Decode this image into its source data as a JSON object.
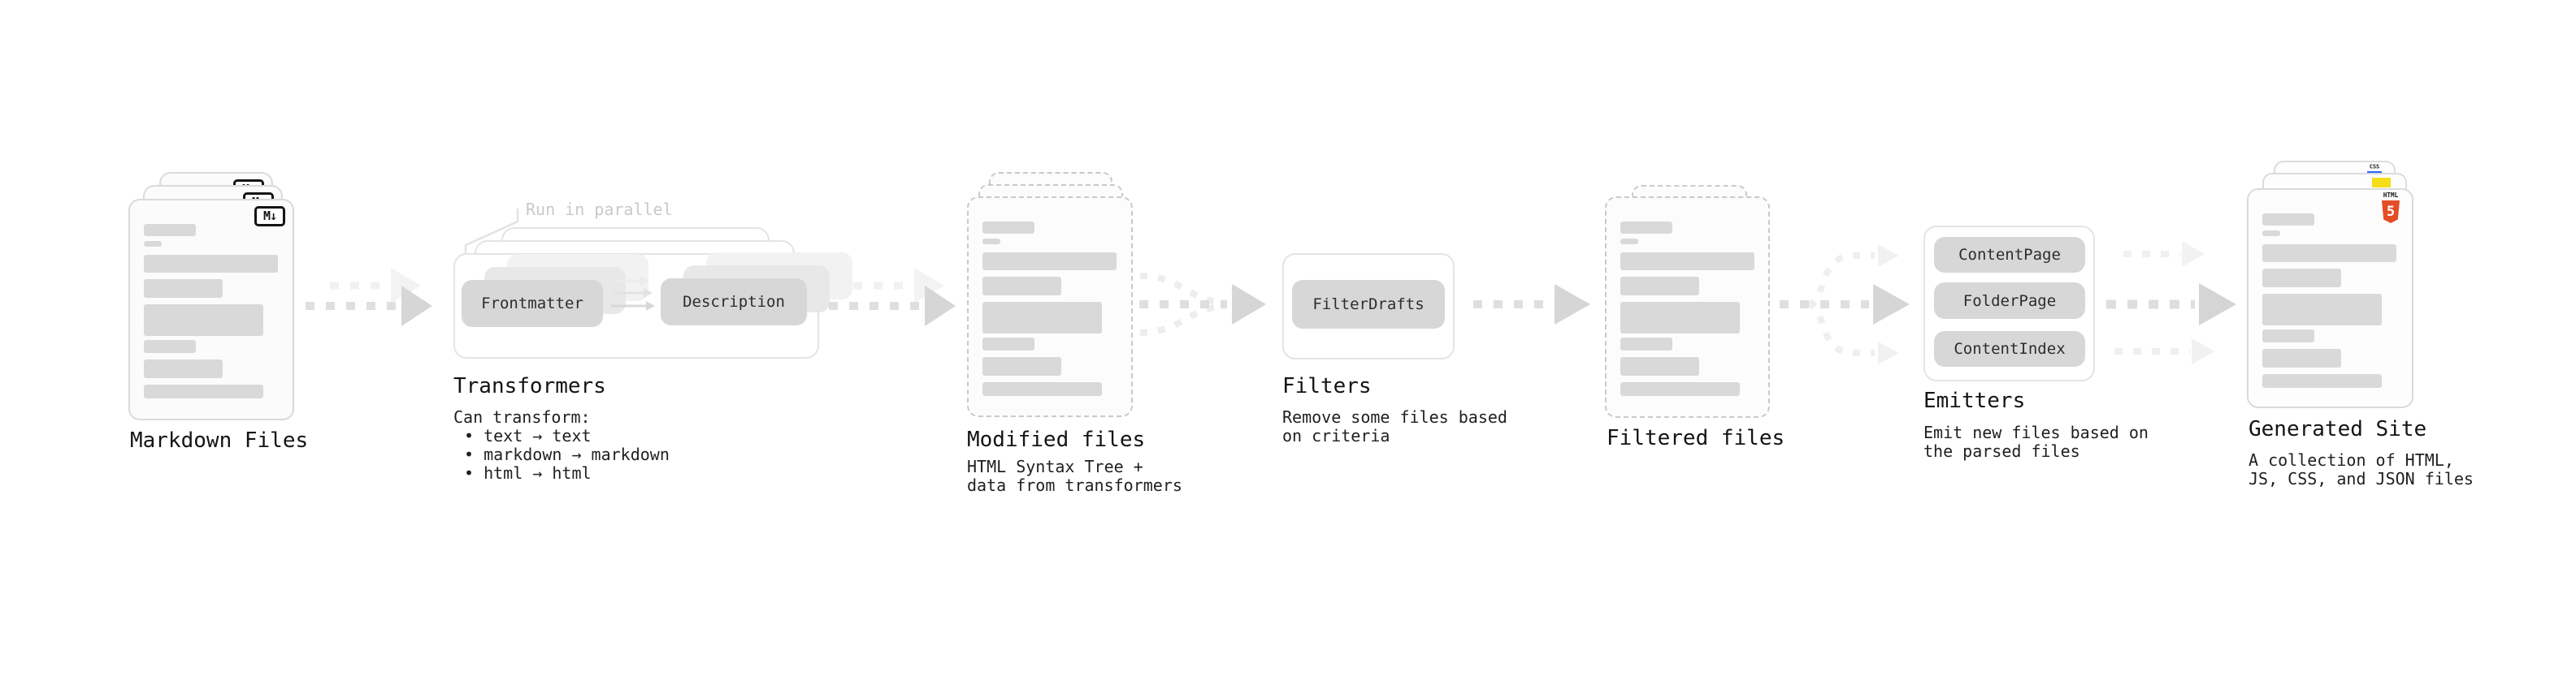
{
  "diagram": {
    "background": "#ffffff",
    "colors": {
      "doc_fill": "#fbfbfb",
      "doc_border": "#dadada",
      "dashed_border": "#c9c9c9",
      "content_bar": "#d9d9d9",
      "pill_fill": "#d7d7d7",
      "box_border": "#e4e4e4",
      "arrow_main": "#dedede",
      "arrow_head": "#d6d6d6",
      "arrow_faint": "#f0f0f0",
      "label_text": "#141414",
      "note_text": "#c9c9c9",
      "html5_orange": "#e44d26",
      "js_yellow": "#f5de19",
      "css_blue": "#2965f1"
    },
    "stages": [
      {
        "id": "markdown-files",
        "label": "Markdown Files",
        "icon": "markdown-icon",
        "icon_glyph": "M↓"
      },
      {
        "id": "transformers",
        "label": "Transformers",
        "note": "Run in parallel",
        "pills": [
          "Frontmatter",
          "Description"
        ],
        "body": [
          "Can transform:",
          "• text → text",
          "• markdown → markdown",
          "• html → html"
        ]
      },
      {
        "id": "modified-files",
        "label": "Modified files",
        "body": [
          "HTML Syntax Tree +",
          "data from transformers"
        ]
      },
      {
        "id": "filters",
        "label": "Filters",
        "pills": [
          "FilterDrafts"
        ],
        "body": [
          "Remove some files based",
          "on criteria"
        ]
      },
      {
        "id": "filtered-files",
        "label": "Filtered files"
      },
      {
        "id": "emitters",
        "label": "Emitters",
        "pills": [
          "ContentPage",
          "FolderPage",
          "ContentIndex"
        ],
        "body": [
          "Emit new files based on",
          "the parsed files"
        ]
      },
      {
        "id": "generated-site",
        "label": "Generated Site",
        "body": [
          "A collection of HTML,",
          "JS, CSS, and JSON files"
        ],
        "badges": {
          "html5_text": "HTML",
          "html5_number": "5",
          "css": "CSS"
        }
      }
    ]
  }
}
